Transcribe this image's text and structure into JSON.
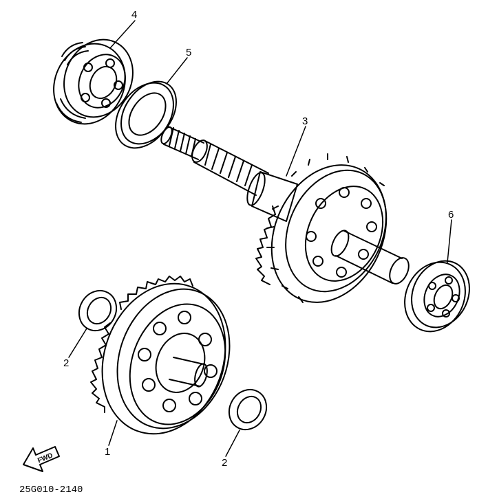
{
  "diagram": {
    "callouts": {
      "p1": "1",
      "p2a": "2",
      "p2b": "2",
      "p3": "3",
      "p4": "4",
      "p5": "5",
      "p6": "6"
    },
    "direction_marker": "FWD",
    "drawing_code": "25G010-2140"
  },
  "colors": {
    "line": "#000000",
    "background": "#ffffff"
  }
}
